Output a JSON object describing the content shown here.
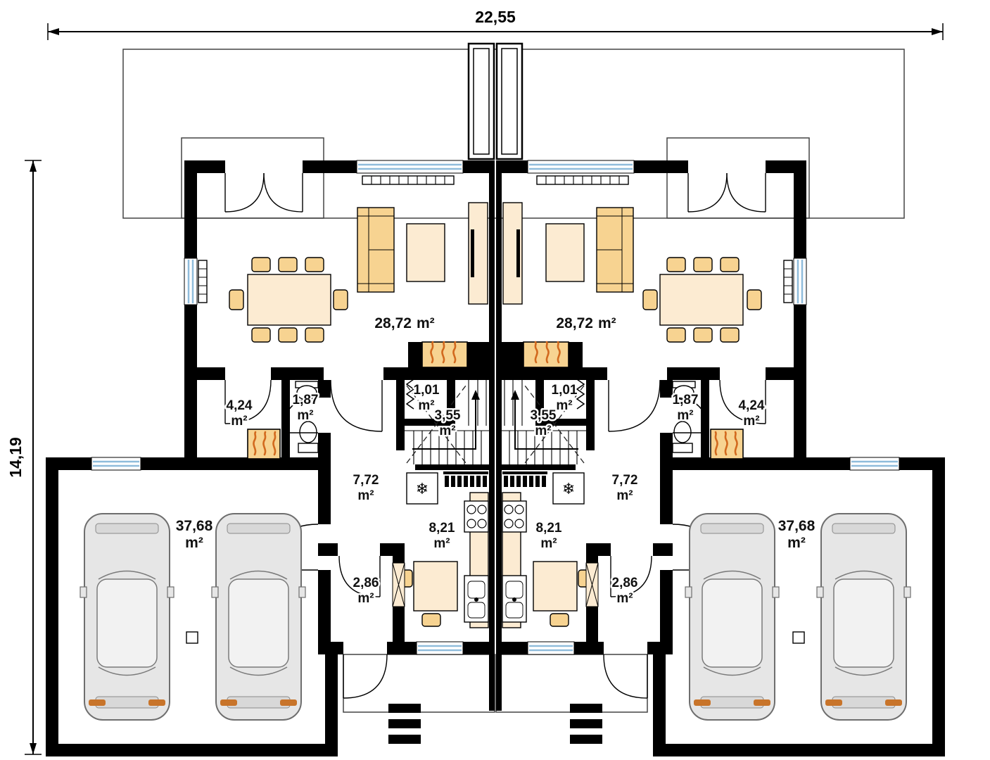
{
  "dimensions": {
    "width": "22,55",
    "height": "14,19"
  },
  "rooms": {
    "living": {
      "value": "28,72",
      "unit": "m²"
    },
    "utility": {
      "value": "4,24",
      "unit": "m²"
    },
    "wc": {
      "value": "1,87",
      "unit": "m²"
    },
    "storage": {
      "value": "1,01",
      "unit": "m²"
    },
    "stairs": {
      "value": "3,55",
      "unit": "m²"
    },
    "hall": {
      "value": "7,72",
      "unit": "m²"
    },
    "kitchen": {
      "value": "8,21",
      "unit": "m²"
    },
    "entry": {
      "value": "2,86",
      "unit": "m²"
    },
    "garage": {
      "value": "37,68",
      "unit": "m²"
    }
  },
  "icons": {
    "fridge_snowflake": "❄"
  },
  "colors": {
    "wall": "#000000",
    "window_glass": "#8FBCDB",
    "furniture": "#F7D391",
    "flame": "#D2691E"
  }
}
